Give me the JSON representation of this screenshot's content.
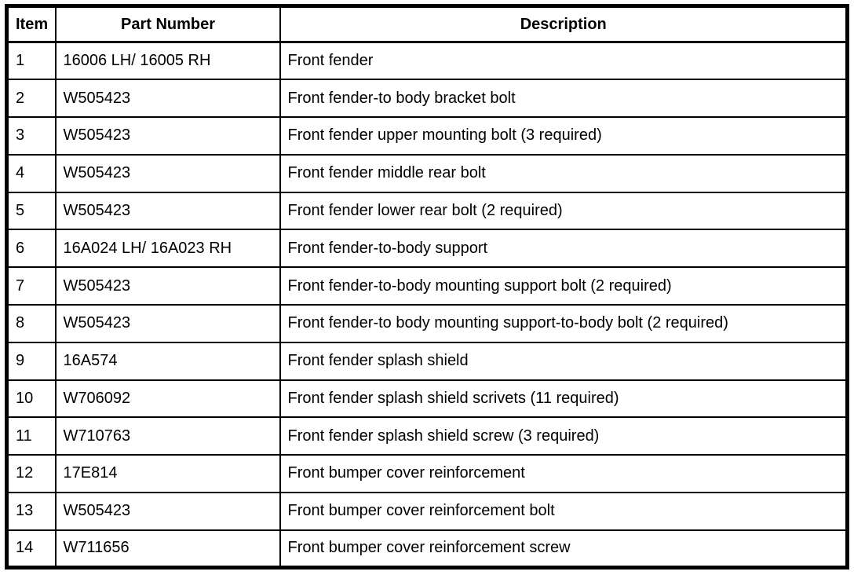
{
  "table": {
    "headers": [
      "Item",
      "Part Number",
      "Description"
    ],
    "rows": [
      {
        "item": "1",
        "part_number": "16006 LH/ 16005 RH",
        "description": "Front fender"
      },
      {
        "item": "2",
        "part_number": "W505423",
        "description": "Front fender-to body bracket bolt"
      },
      {
        "item": "3",
        "part_number": "W505423",
        "description": "Front fender upper mounting bolt (3 required)"
      },
      {
        "item": "4",
        "part_number": "W505423",
        "description": "Front fender middle rear bolt"
      },
      {
        "item": "5",
        "part_number": "W505423",
        "description": "Front fender lower rear bolt (2 required)"
      },
      {
        "item": "6",
        "part_number": "16A024 LH/ 16A023 RH",
        "description": "Front fender-to-body support"
      },
      {
        "item": "7",
        "part_number": "W505423",
        "description": "Front fender-to-body mounting support bolt (2 required)"
      },
      {
        "item": "8",
        "part_number": "W505423",
        "description": "Front fender-to body mounting support-to-body bolt (2 required)"
      },
      {
        "item": "9",
        "part_number": "16A574",
        "description": "Front fender splash shield"
      },
      {
        "item": "10",
        "part_number": "W706092",
        "description": "Front fender splash shield scrivets (11 required)"
      },
      {
        "item": "11",
        "part_number": "W710763",
        "description": "Front fender splash shield screw (3 required)"
      },
      {
        "item": "12",
        "part_number": "17E814",
        "description": "Front bumper cover reinforcement"
      },
      {
        "item": "13",
        "part_number": "W505423",
        "description": "Front bumper cover reinforcement bolt"
      },
      {
        "item": "14",
        "part_number": "W711656",
        "description": "Front bumper cover reinforcement screw"
      }
    ],
    "colors": {
      "border": "#000000",
      "background": "#ffffff",
      "text": "#000000"
    }
  }
}
